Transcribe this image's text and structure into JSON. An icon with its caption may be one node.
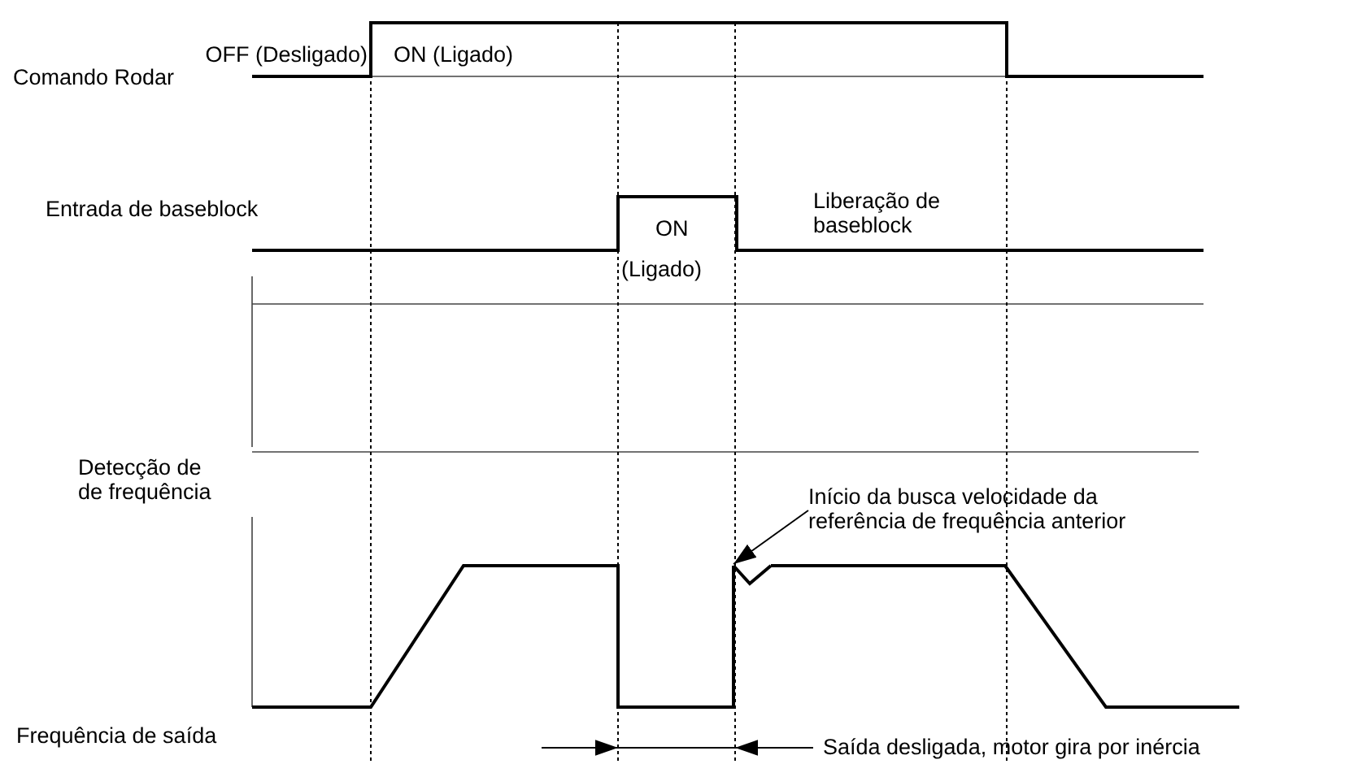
{
  "diagram": {
    "nodes": [
      {
        "text": [
          "Início da busca velocidade da referência de frequência anterior"
        ]
      },
      {
        "text": [],
        "shape": "picture"
      }
    ],
    "edges": [
      {
        "from": 0,
        "to": 1,
        "arrow": "to"
      }
    ],
    "labels": [
      "OFF (Desligado)",
      "ON (Ligado)",
      "Comando Rodar",
      "Entrada de baseblock",
      "ON",
      "Liberação de baseblock",
      "(Ligado)",
      "Detecção de de frequência",
      "Frequência de saída",
      "Saída desligada, motor gira por inércia"
    ]
  }
}
